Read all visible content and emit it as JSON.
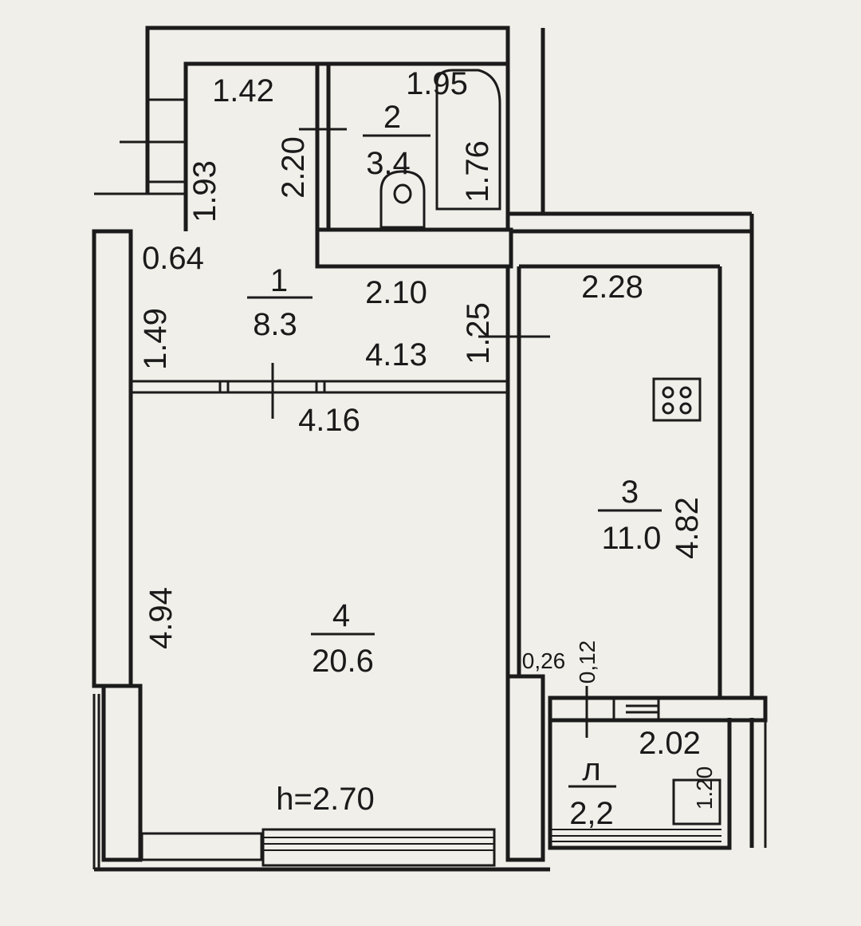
{
  "rooms": [
    {
      "number": "1",
      "area": "8.3"
    },
    {
      "number": "2",
      "area": "3.4"
    },
    {
      "number": "3",
      "area": "11.0"
    },
    {
      "number": "4",
      "area": "20.6"
    },
    {
      "number": "л",
      "area": "2,2"
    }
  ],
  "dimensions": {
    "d_1_42": "1.42",
    "d_1_95": "1.95",
    "d_2_20": "2.20",
    "d_1_76": "1.76",
    "d_1_93": "1.93",
    "d_0_64": "0.64",
    "d_2_10": "2.10",
    "d_2_28": "2.28",
    "d_1_49": "1.49",
    "d_1_25": "1.25",
    "d_4_13": "4.13",
    "d_4_16": "4.16",
    "d_4_82": "4.82",
    "d_4_94": "4.94",
    "d_0_26": "0,26",
    "d_0_12": "0,12",
    "d_2_02": "2.02",
    "d_1_20": "1.20"
  },
  "ceiling_height": "h=2.70",
  "fixtures": {
    "toilet": "toilet-icon",
    "stove": "stove-icon",
    "bathtub": "bathtub-icon"
  }
}
